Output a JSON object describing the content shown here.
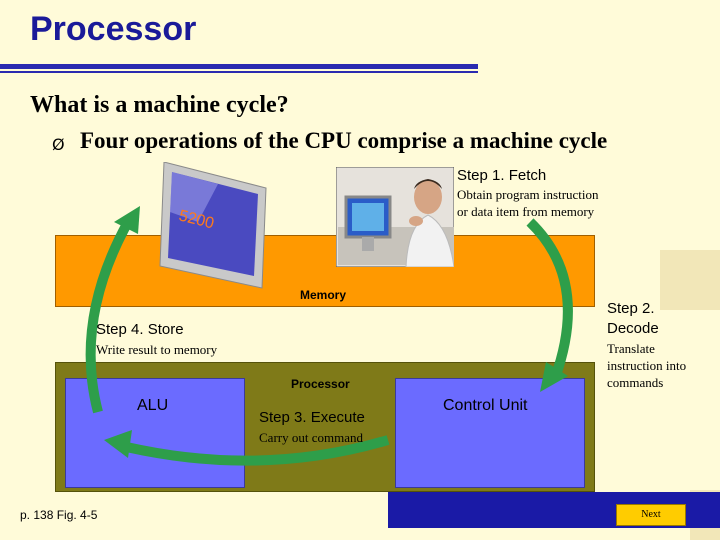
{
  "title": "Processor",
  "question": "What is a machine cycle?",
  "bullet": {
    "icon": "arrow-bullet-icon",
    "glyph": "Ø",
    "text": "Four operations of the CPU comprise a machine cycle"
  },
  "diagram": {
    "memory_label": "Memory",
    "processor_label": "Processor",
    "alu_label": "ALU",
    "control_unit_label": "Control Unit",
    "monitor_display": "5200",
    "steps": [
      {
        "title": "Step 1.  Fetch",
        "desc_lines": [
          "Obtain program instruction",
          "or data item from memory"
        ]
      },
      {
        "title_lines": [
          "Step 2.",
          "Decode"
        ],
        "desc_lines": [
          "Translate",
          "instruction into",
          "commands"
        ]
      },
      {
        "title": "Step 3. Execute",
        "desc": "Carry out command"
      },
      {
        "title": "Step 4. Store",
        "desc": "Write result to memory"
      }
    ]
  },
  "colors": {
    "title": "#1a1a99",
    "background": "#fffbd9",
    "memory": "#ff9900",
    "processor": "#7f7a18",
    "unit": "#6b6bff",
    "arrow": "#2e9e4a",
    "bottom_bar": "#1a1aa6",
    "next_button": "#ffcc00"
  },
  "footer": {
    "reference": "p. 138 Fig. 4-5",
    "next_label": "Next"
  }
}
